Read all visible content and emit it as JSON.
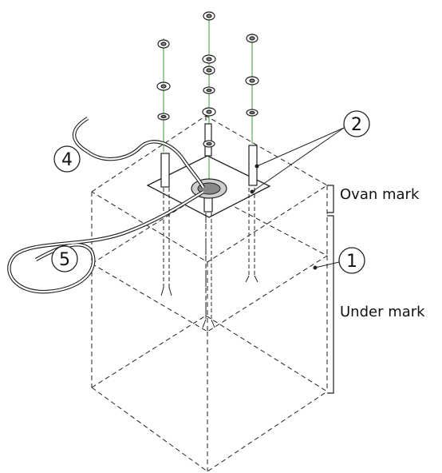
{
  "labels": {
    "ovan": "Ovan mark",
    "under": "Under mark"
  },
  "callouts": [
    {
      "number": "1"
    },
    {
      "number": "2"
    },
    {
      "number": "4"
    },
    {
      "number": "5"
    }
  ],
  "colors": {
    "stud_axis": "#3a9a3a",
    "line": "#222222",
    "conduit_fill": "#e8e8e8",
    "plate_fill": "#ffffff"
  }
}
